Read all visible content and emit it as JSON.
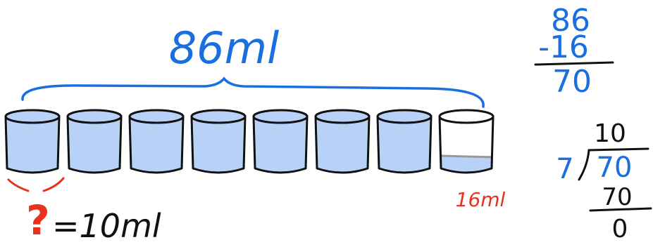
{
  "total": {
    "label": "86ml"
  },
  "cups": {
    "count": 8,
    "full_count": 7,
    "partial_label": "16ml",
    "partial_fill_fraction": 0.3
  },
  "unknown": {
    "symbol": "?",
    "equation": "=10ml"
  },
  "subtraction": {
    "minuend": "86",
    "subtrahend": "-16",
    "result": "70"
  },
  "division": {
    "divisor": "7",
    "dividend": "70",
    "quotient": "10",
    "product": "70",
    "remainder": "0"
  },
  "colors": {
    "ink_blue": "#1a6fe0",
    "ink_red": "#e8311e",
    "cup_fill": "#b8d2f7",
    "cup_outline": "#111111",
    "level_line": "#999999"
  }
}
